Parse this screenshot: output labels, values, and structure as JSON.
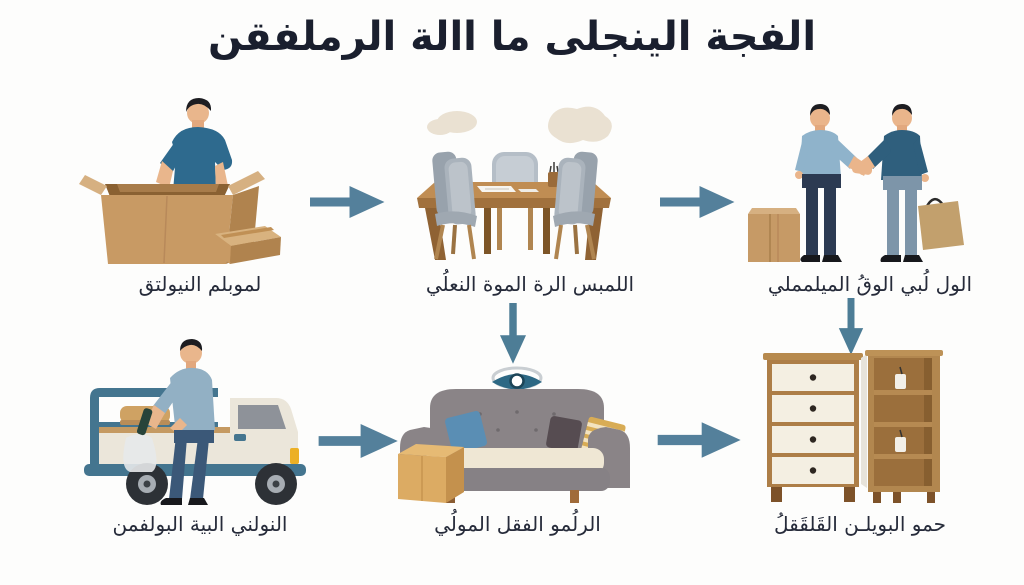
{
  "title": "الفجة الينجلى ما االة الرملفقن",
  "colors": {
    "background": "#fdfdfc",
    "title_text": "#1a1f2e",
    "caption_text": "#262b3a",
    "arrow": "#54809b",
    "cardboard": "#c89a64",
    "wood": "#b2874f",
    "teal_shirt": "#2e6a8e",
    "light_blue_shirt": "#8fb3cb",
    "sofa_gray": "#8a8487",
    "truck_frame": "#44758f",
    "cream_panel": "#f4efe2"
  },
  "steps": [
    {
      "caption": "لموبلم النيولتق",
      "icon": "person-packing-box"
    },
    {
      "caption": "اللمبس الرة الموة النعلُي",
      "icon": "dining-table-with-chairs"
    },
    {
      "caption": "الول لُبي الوقُ الميلمملي",
      "icon": "two-men-handshake"
    },
    {
      "caption": "النولني البية البولفمن",
      "icon": "man-loading-truck"
    },
    {
      "caption": "الرلُمو الفقل المولُي",
      "icon": "sofa-with-box"
    },
    {
      "caption": "حمو البويلـن القَلقَقلُ",
      "icon": "dresser-and-shelf"
    }
  ],
  "arrows": [
    {
      "direction": "right"
    },
    {
      "direction": "right"
    },
    {
      "direction": "down"
    },
    {
      "direction": "down"
    },
    {
      "direction": "right"
    },
    {
      "direction": "right"
    }
  ]
}
